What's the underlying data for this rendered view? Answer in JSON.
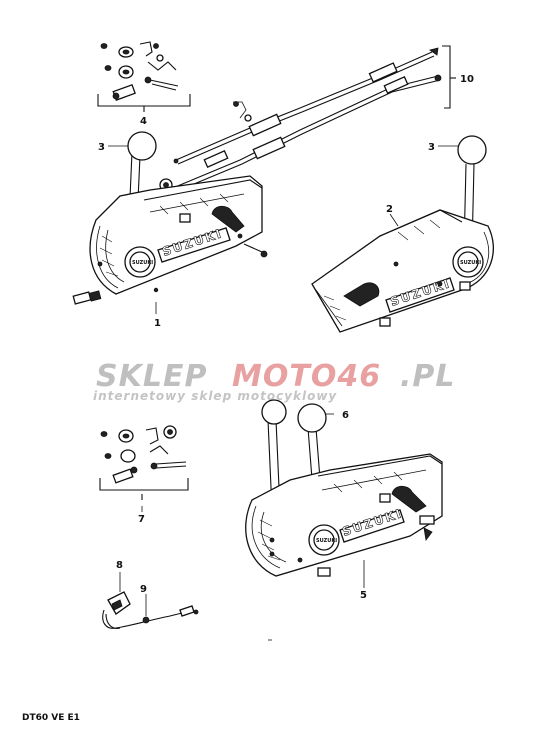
{
  "diagram": {
    "callouts": [
      {
        "id": "c1",
        "label": "1"
      },
      {
        "id": "c2",
        "label": "2"
      },
      {
        "id": "c3a",
        "label": "3"
      },
      {
        "id": "c3b",
        "label": "3"
      },
      {
        "id": "c4",
        "label": "4"
      },
      {
        "id": "c5",
        "label": "5"
      },
      {
        "id": "c6",
        "label": "6"
      },
      {
        "id": "c7",
        "label": "7"
      },
      {
        "id": "c8",
        "label": "8"
      },
      {
        "id": "c9",
        "label": "9"
      },
      {
        "id": "c10",
        "label": "10"
      }
    ],
    "brand_text": "SUZUKI",
    "badge_text": "SUZUKI",
    "footer_code": "DT60 VE E1"
  },
  "watermark": {
    "part1": "SKLEP",
    "part2": "MOTO46",
    "part3": ".PL",
    "subtitle": "internetowy sklep motocyklowy",
    "accent_color": "#e8a0a0",
    "gray_color": "#bfbfbf"
  }
}
